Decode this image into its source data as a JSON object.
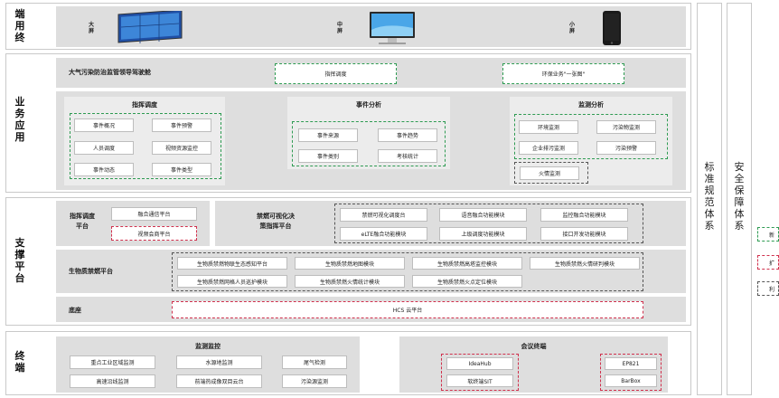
{
  "layers": {
    "terminal": {
      "title": "端\n用\n终"
    },
    "business": {
      "title": "业\n务\n应\n用"
    },
    "support": {
      "title": "支\n撑\n平\n台"
    },
    "endpoint": {
      "title": "终\n端"
    }
  },
  "devices": {
    "large": "大\n屏",
    "medium": "中\n屏",
    "small": "小\n屏"
  },
  "business": {
    "top_label": "大气污染防治监管领导驾驶舱",
    "command_box": "指挥调度",
    "env_box": "环保业务\"一张图\"",
    "command_panel": {
      "title": "指挥调度",
      "items": [
        "事件概况",
        "事件预警",
        "人员调度",
        "视频资源监控",
        "事件动态",
        "事件类型"
      ]
    },
    "event_panel": {
      "title": "事件分析",
      "items": [
        "事件来源",
        "事件趋势",
        "事件类别",
        "考核统计"
      ]
    },
    "monitor_panel": {
      "title": "监测分析",
      "items": [
        "环境监测",
        "污染物监测",
        "企业排污监测",
        "污染预警",
        "火情监测"
      ]
    }
  },
  "support": {
    "command_platform": {
      "title": "指挥调度\n平台",
      "items": [
        "融合通信平台",
        "视频会商平台"
      ]
    },
    "decision_platform": {
      "title": "禁燃可视化决\n策指挥平台",
      "items": [
        "禁燃可视化调度台",
        "语音融合功能模块",
        "监控融合功能模块",
        "eLTE融合功能模块",
        "上级调度功能模块",
        "接口开发功能模块"
      ]
    },
    "biomass_platform": {
      "title": "生物质禁燃平台",
      "items": [
        "生物质禁燃物联生态感知平台",
        "生物质禁燃地图模块",
        "生物质禁燃高塔监控模块",
        "生物质禁燃火情研判模块",
        "生物质禁燃网格人员巡护模块",
        "生物质禁燃火情统计模块",
        "生物质禁燃火点定位模块"
      ]
    },
    "base": {
      "title": "底座",
      "item": "HCS 云平台"
    }
  },
  "endpoint": {
    "monitor_panel": {
      "title": "监测监控",
      "items": [
        "重点工业区域监测",
        "水源地监测",
        "尾气检测",
        "高速沿线监测",
        "前端热成像双目云台",
        "污染源监测"
      ]
    },
    "meeting_panel": {
      "title": "会议终端",
      "items": [
        "IdeaHub",
        "软终端SIT",
        "EP821",
        "BarBox"
      ]
    }
  },
  "sidebar": {
    "standards": "标\n准\n规\n范\n体\n系",
    "security": "安\n全\n保\n障\n体\n系"
  },
  "legend": {
    "items": [
      "新",
      "扩",
      "利"
    ]
  },
  "colors": {
    "green": "#2e9b52",
    "red": "#d0314d",
    "dark": "#555555",
    "grey": "#dedede"
  }
}
